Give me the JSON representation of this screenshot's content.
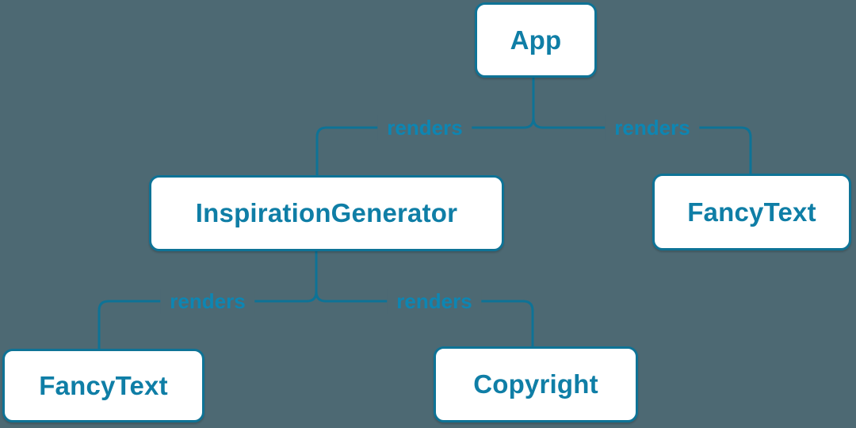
{
  "diagram": {
    "type": "tree",
    "nodes": [
      {
        "id": "app",
        "label": "App"
      },
      {
        "id": "inspiration-generator",
        "label": "InspirationGenerator"
      },
      {
        "id": "fancy-text-top",
        "label": "FancyText"
      },
      {
        "id": "fancy-text-bottom",
        "label": "FancyText"
      },
      {
        "id": "copyright",
        "label": "Copyright"
      }
    ],
    "edges": [
      {
        "from": "App",
        "to": "InspirationGenerator",
        "label": "renders"
      },
      {
        "from": "App",
        "to": "FancyText",
        "label": "renders"
      },
      {
        "from": "InspirationGenerator",
        "to": "FancyText",
        "label": "renders"
      },
      {
        "from": "InspirationGenerator",
        "to": "Copyright",
        "label": "renders"
      }
    ],
    "colors": {
      "background": "#4d6973",
      "node_fill": "#ffffff",
      "node_border": "#0e7396",
      "node_text": "#0f7ea6",
      "line": "#0e7396",
      "edge_label_text": "#0d86b3"
    }
  }
}
